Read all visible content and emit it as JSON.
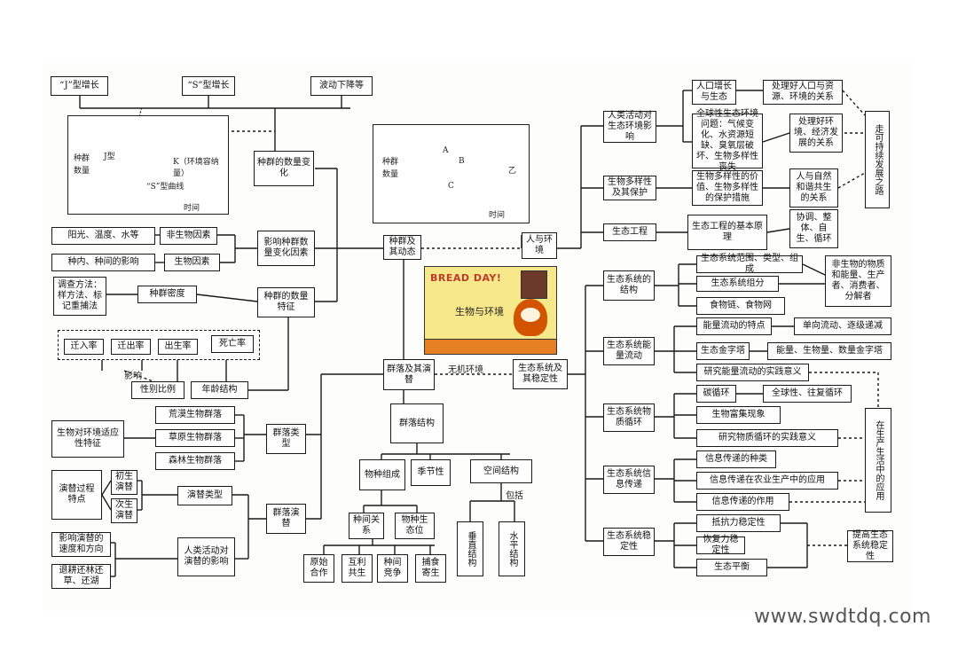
{
  "watermark": "www.swdtdq.com",
  "center": {
    "banner": "BREAD DAY!",
    "title": "生物与环境"
  },
  "left": {
    "j_curve": "“J”型增长",
    "s_curve": "“S”型增长",
    "fluct": "波动下降等",
    "graph_left": {
      "y1": "种群",
      "y2": "数量",
      "k": "K（环境容纳量）",
      "s": "“S”型曲线",
      "x": "时间",
      "z": "J型"
    },
    "graph_mid": {
      "y1": "种群",
      "y2": "数量",
      "a": "A",
      "b": "B",
      "c": "C",
      "d": "乙",
      "x": "时间"
    },
    "change": "种群的数量变化",
    "factors": "影响种群数量变化因素",
    "abiotic_list": "阳光、温度、水等",
    "abiotic": "非生物因素",
    "biotic_list": "种内、种间的影响",
    "biotic": "生物因素",
    "pop": "种群及其动态",
    "density_method": "调查方法：样方法、标记重捕法",
    "density": "种群密度",
    "features": "种群的数量特征",
    "rates": [
      "迁入率",
      "迁出率",
      "出生率",
      "死亡率"
    ],
    "affect": "影响",
    "sex_ratio": "性别比例",
    "age": "年龄结构"
  },
  "community": {
    "main": "群落及其演替",
    "env": "无机环境",
    "eco": "生态系统及其稳定性",
    "types": "群落类型",
    "type_items": [
      "荒漠生物群落",
      "草原生物群落",
      "森林生物群落"
    ],
    "adapt": "生物对环境适应性特征",
    "struct": "群落结构",
    "str_items": [
      "物种组成",
      "季节性",
      "空间结构"
    ],
    "inter": "种间关系",
    "niche": "物种生态位",
    "include": "包括",
    "vert": "垂直结构",
    "horiz": "水平结构",
    "inter_items": [
      "原始合作",
      "互利共生",
      "种间竞争",
      "捕食寄生"
    ],
    "succ": "群落演替",
    "succ_type": "演替类型",
    "primary": "初生演替",
    "secondary": "次生演替",
    "succ_feature": "演替过程特点",
    "human": "人类活动对演替的影响",
    "hm_items": [
      "影响演替的速度和方向",
      "退耕还林还草、还湖"
    ]
  },
  "right": {
    "human_env": "人与环境",
    "impact": "人类活动对生态环境影响",
    "population": "人口增长与生态",
    "pop_desc": "处理好人口与资源、环境的关系",
    "global": "全球性生态环境问题：气候变化、水资源短缺、臭氧层破坏、生物多样性丧失",
    "handle": "处理好环境、经济发展的关系",
    "sustain": "走可持续发展之路",
    "bio_div": "生物多样性及其保护",
    "bd_desc": "生物多样性的价值、生物多样性的保护措施",
    "bd_more": "人与自然和谐共生的关系",
    "eng": "生态工程",
    "eng_desc": "生态工程的基本原理",
    "eng_more": "协调、整体、自生、循环",
    "structure": "生态系统的结构",
    "st1": "生态系统范围、类型、组成",
    "st2": "生态系统组分",
    "st3": "食物链、食物网",
    "st_more": "非生物的物质和能量、生产者、消费者、分解者",
    "energy": "生态系统能量流动",
    "en1": "能量流动的特点",
    "en1b": "单向流动、逐级递减",
    "en2": "生态金字塔",
    "en2b": "能量、生物量、数量金字塔",
    "en3": "研究能量流动的实践意义",
    "cycle": "生态系统物质循环",
    "cy1": "碳循环",
    "cy1b": "全球性、往复循环",
    "cy2": "生物富集现象",
    "cy3": "研究物质循环的实践意义",
    "info": "生态系统信息传递",
    "in1": "信息传递的种类",
    "in2": "信息传递在农业生产中的应用",
    "in3": "信息传递的作用",
    "stab": "生态系统稳定性",
    "sb1": "抵抗力稳定性",
    "sb2": "恢复力稳定性",
    "sb3": "生态平衡",
    "apply": "在生产生活中的应用",
    "improve": "提高生态系统稳定性"
  }
}
